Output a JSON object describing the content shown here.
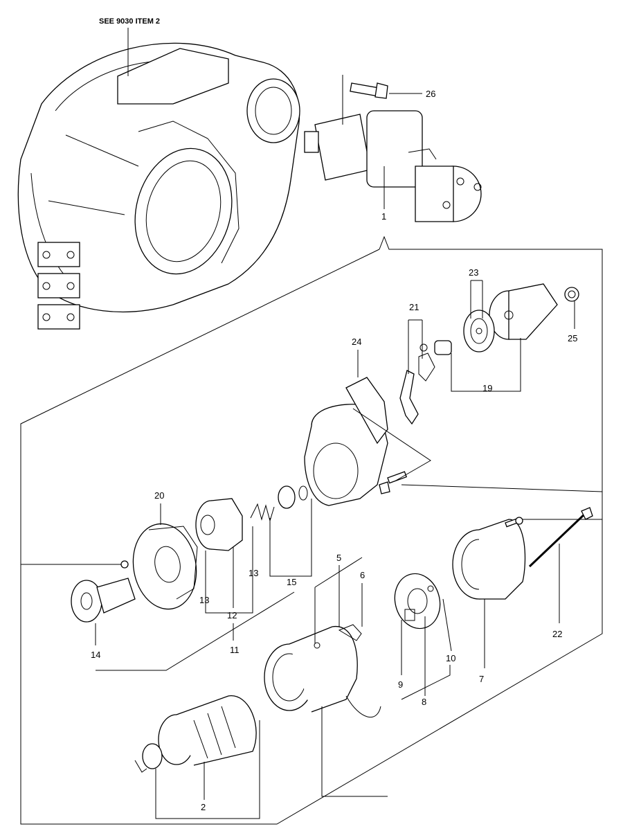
{
  "reference_note": "SEE 9030 ITEM 2",
  "callouts": {
    "c1": "1",
    "c2": "2",
    "c5": "5",
    "c6": "6",
    "c7": "7",
    "c8": "8",
    "c9": "9",
    "c10": "10",
    "c11": "11",
    "c12": "12",
    "c13a": "13",
    "c13b": "13",
    "c14": "14",
    "c15": "15",
    "c19": "19",
    "c20": "20",
    "c21": "21",
    "c22": "22",
    "c23": "23",
    "c24": "24",
    "c25": "25",
    "c26": "26"
  }
}
